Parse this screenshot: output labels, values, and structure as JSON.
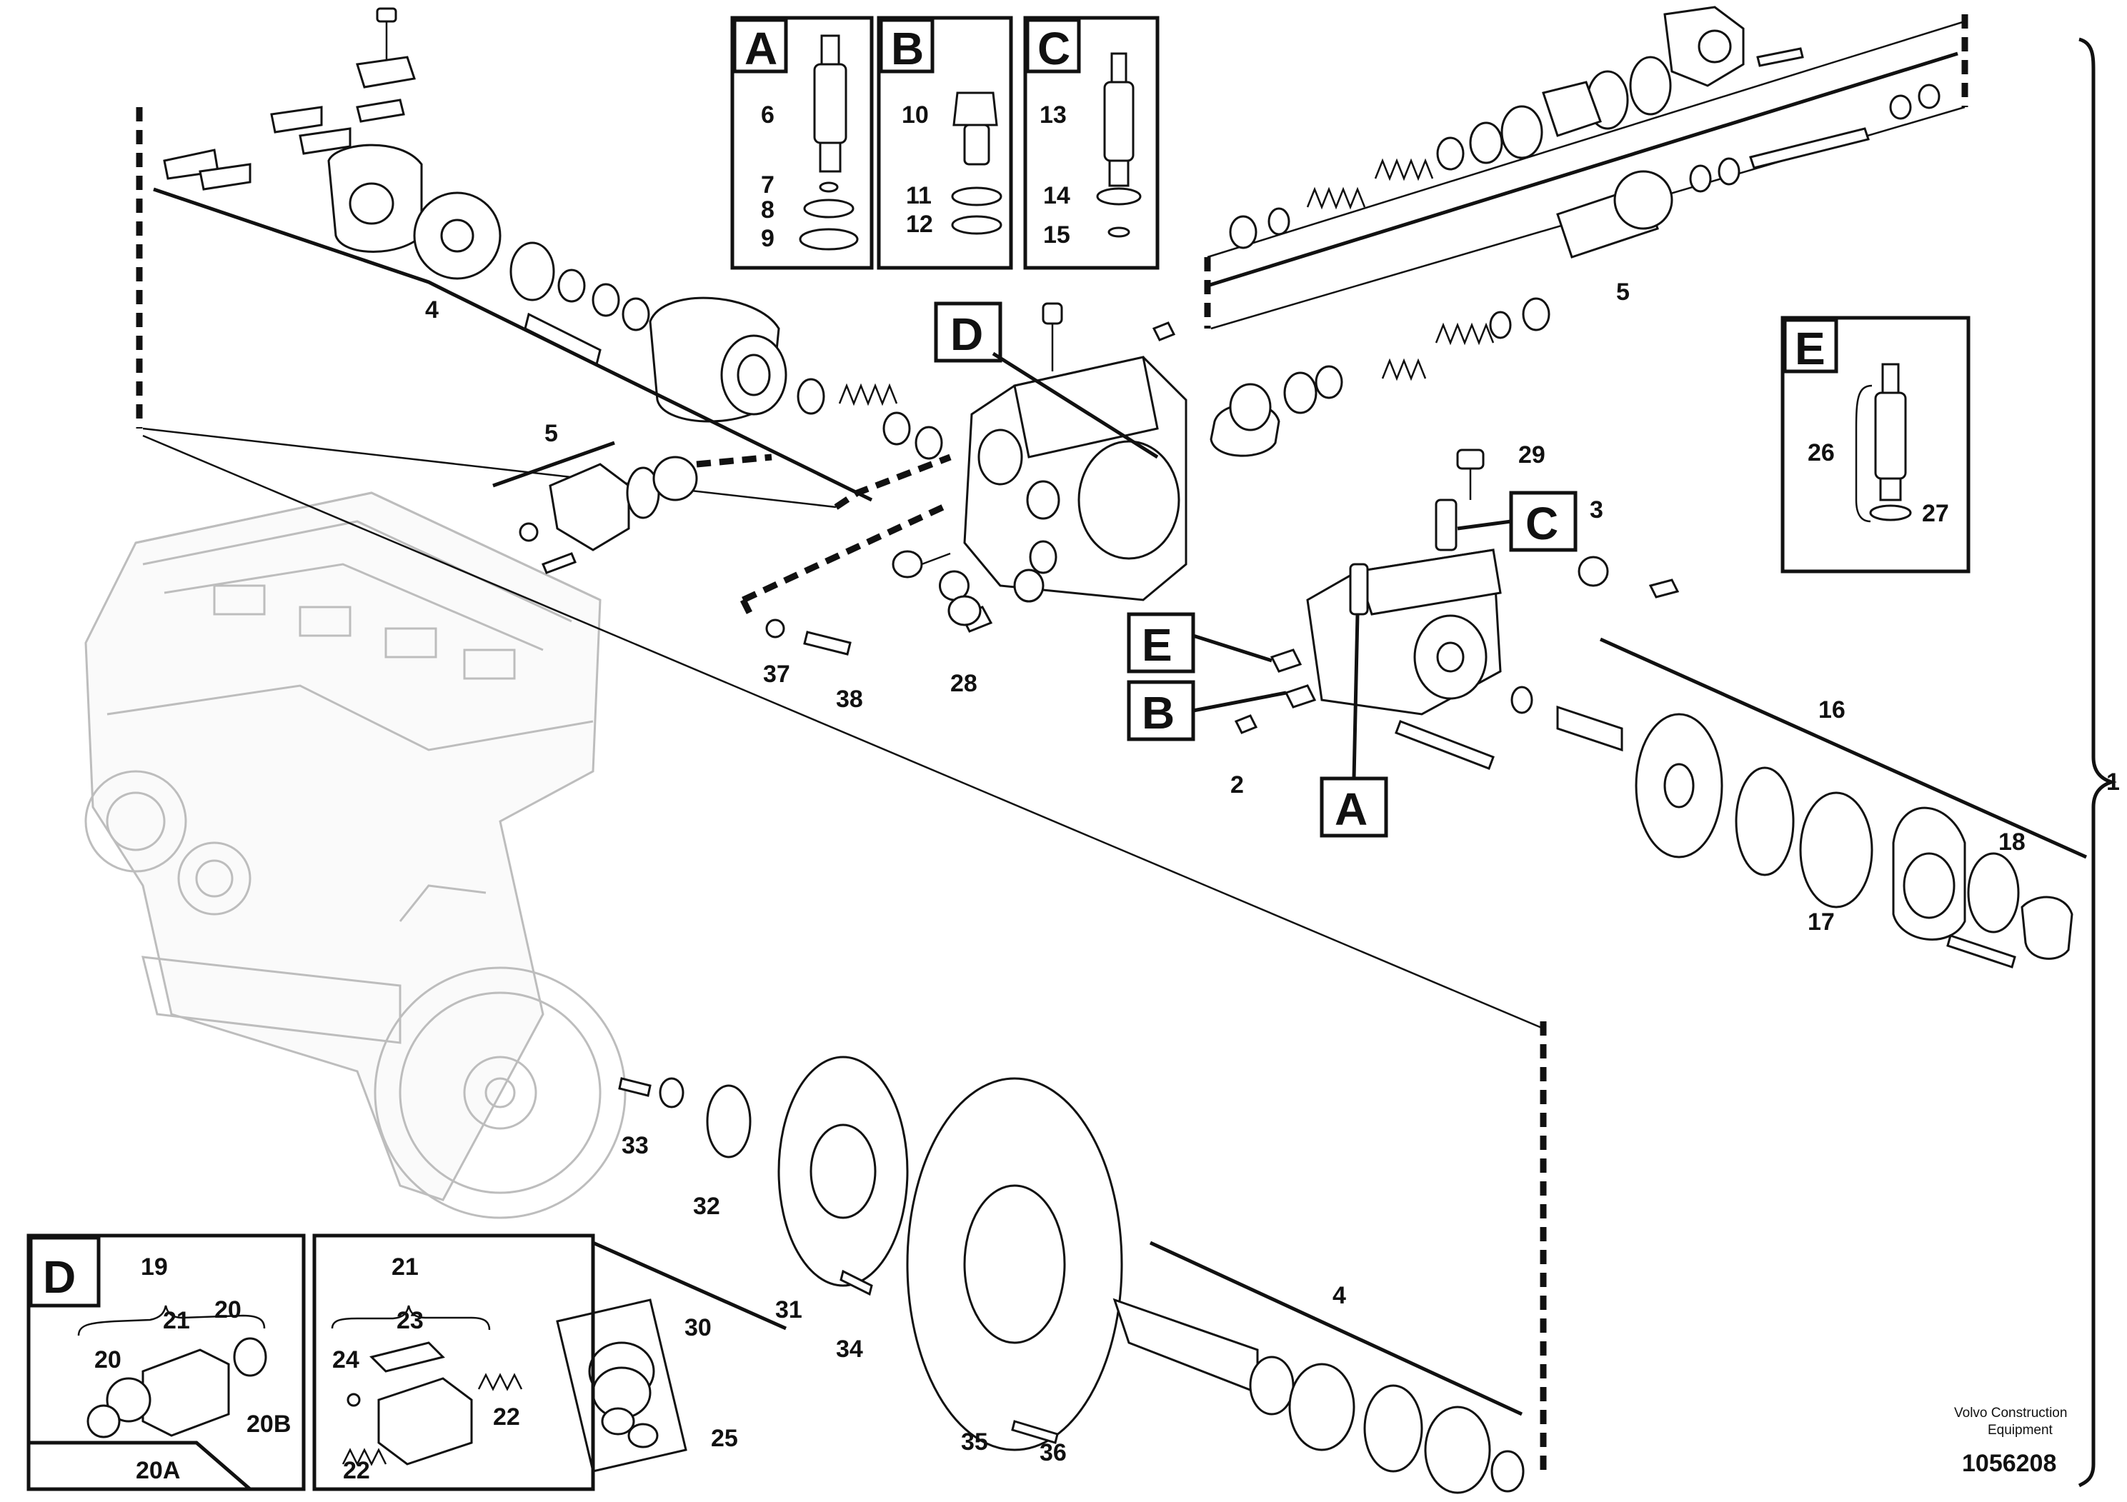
{
  "diagram": {
    "drawing_number": "1056208",
    "brand_line1": "Volvo Construction",
    "brand_line2": "Equipment",
    "assembly_label": "1",
    "detail_boxes": {
      "A": {
        "letter": "A",
        "items": [
          "6",
          "7",
          "8",
          "9"
        ]
      },
      "B": {
        "letter": "B",
        "items": [
          "10",
          "11",
          "12"
        ]
      },
      "C": {
        "letter": "C",
        "items": [
          "13",
          "14",
          "15"
        ]
      },
      "D": {
        "letter": "D",
        "groups": [
          "19",
          "21"
        ],
        "items": [
          "20",
          "21",
          "20",
          "20B",
          "20A",
          "23",
          "24",
          "22",
          "22"
        ]
      },
      "E": {
        "letter": "E",
        "items": [
          "26",
          "27"
        ]
      }
    },
    "callout_letters": [
      "D",
      "C",
      "E",
      "B",
      "A"
    ],
    "part_numbers": [
      "4",
      "5",
      "5",
      "29",
      "3",
      "37",
      "38",
      "28",
      "2",
      "16",
      "18",
      "17",
      "33",
      "32",
      "31",
      "34",
      "30",
      "25",
      "35",
      "36",
      "4"
    ]
  }
}
